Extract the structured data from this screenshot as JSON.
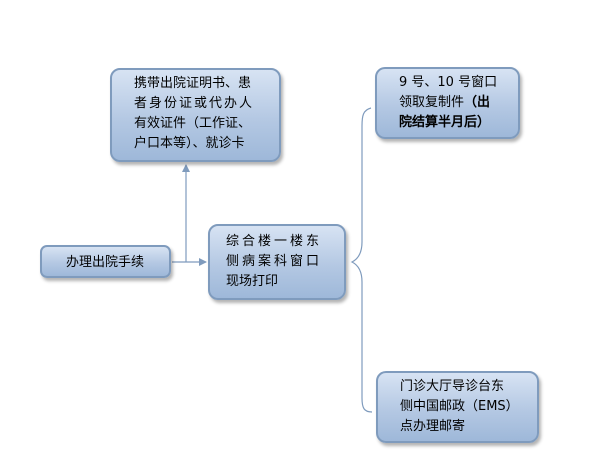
{
  "nodes": {
    "start": {
      "text": "办理出院手续"
    },
    "documents": {
      "line1": "携带出院证明书、患",
      "line2": "者身份证或代办人",
      "line3": "有效证件（工作证、",
      "line4": "户口本等）、就诊卡"
    },
    "onsite_print": {
      "line1": "综合楼一楼东",
      "line2": "侧病案科窗口",
      "line3": "现场打印"
    },
    "copy_pickup": {
      "line1": "9 号、10 号窗口",
      "line2_regular": "领取复制件",
      "line2_bold": "（出",
      "line3_bold": "院结算半月后）"
    },
    "mail": {
      "line1": "门诊大厅导诊台东",
      "line2": "侧中国邮政（EMS）",
      "line3": "点办理邮寄"
    }
  },
  "colors": {
    "node_border": "#7f9bbd",
    "connector": "#7f9bbd",
    "node_fill_top": "#d7e3f3",
    "node_fill_bottom": "#9eb8d9"
  }
}
